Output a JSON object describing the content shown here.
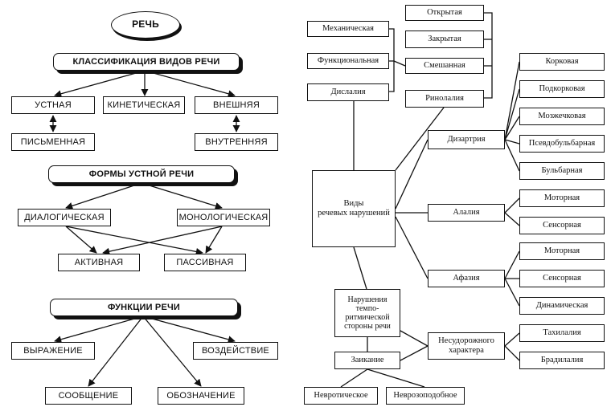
{
  "left": {
    "root": "РЕЧЬ",
    "classification": {
      "title": "КЛАССИФИКАЦИЯ ВИДОВ РЕЧИ",
      "items": [
        "УСТНАЯ",
        "КИНЕТИЧЕСКАЯ",
        "ВНЕШНЯЯ"
      ],
      "pairs": [
        "ПИСЬМЕННАЯ",
        "ВНУТРЕННЯЯ"
      ]
    },
    "forms": {
      "title": "ФОРМЫ УСТНОЙ РЕЧИ",
      "items": [
        "ДИАЛОГИЧЕСКАЯ",
        "МОНОЛОГИЧЕСКАЯ"
      ],
      "sub": [
        "АКТИВНАЯ",
        "ПАССИВНАЯ"
      ]
    },
    "functions": {
      "title": "ФУНКЦИИ РЕЧИ",
      "items": [
        "ВЫРАЖЕНИЕ",
        "ВОЗДЕЙСТВИЕ",
        "СООБЩЕНИЕ",
        "ОБОЗНАЧЕНИЕ"
      ]
    }
  },
  "right": {
    "center": "Виды\nречевых нарушений",
    "dyslalia": {
      "label": "Дислалия",
      "types": [
        "Механическая",
        "Функциональная"
      ]
    },
    "rhinolalia": {
      "label": "Ринолалия",
      "types": [
        "Открытая",
        "Закрытая",
        "Смешанная"
      ]
    },
    "dysarthria": {
      "label": "Дизартрия",
      "types": [
        "Корковая",
        "Подкорковая",
        "Мозжечковая",
        "Псевдобульбарная",
        "Бульбарная"
      ]
    },
    "alalia": {
      "label": "Алалия",
      "types": [
        "Моторная",
        "Сенсорная"
      ]
    },
    "aphasia": {
      "label": "Афазия",
      "types": [
        "Моторная",
        "Сенсорная",
        "Динамическая"
      ]
    },
    "tempo": {
      "label": "Нарушения\nтемпо-\nритмической\nстороны речи",
      "nonconvulsive": {
        "label": "Несудорожного\nхарактера",
        "types": [
          "Тахилалия",
          "Брадилалия"
        ]
      },
      "stutter": {
        "label": "Заикание",
        "types": [
          "Невротическое",
          "Неврозоподобное"
        ]
      }
    }
  }
}
